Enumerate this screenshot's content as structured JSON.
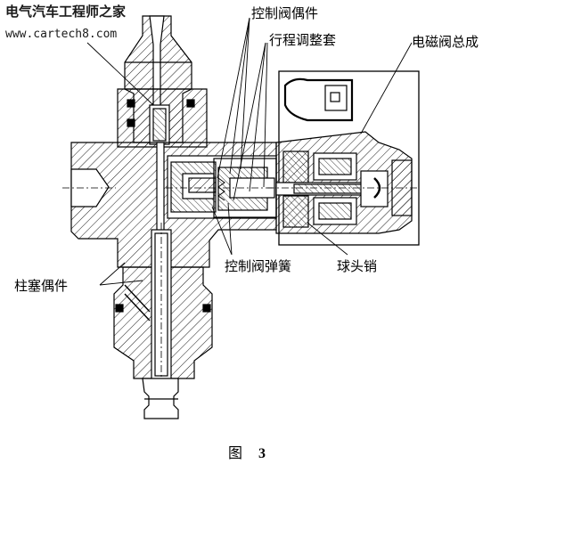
{
  "watermark": {
    "name": "电气汽车工程师之家",
    "url": "www.cartech8.com"
  },
  "labels": {
    "control_valve": "控制阀偶件",
    "stroke_sleeve": "行程调整套",
    "solenoid": "电磁阀总成",
    "valve_spring": "控制阀弹簧",
    "ball_pin": "球头销",
    "plunger": "柱塞偶件"
  },
  "caption": {
    "prefix": "图",
    "number": "3"
  }
}
